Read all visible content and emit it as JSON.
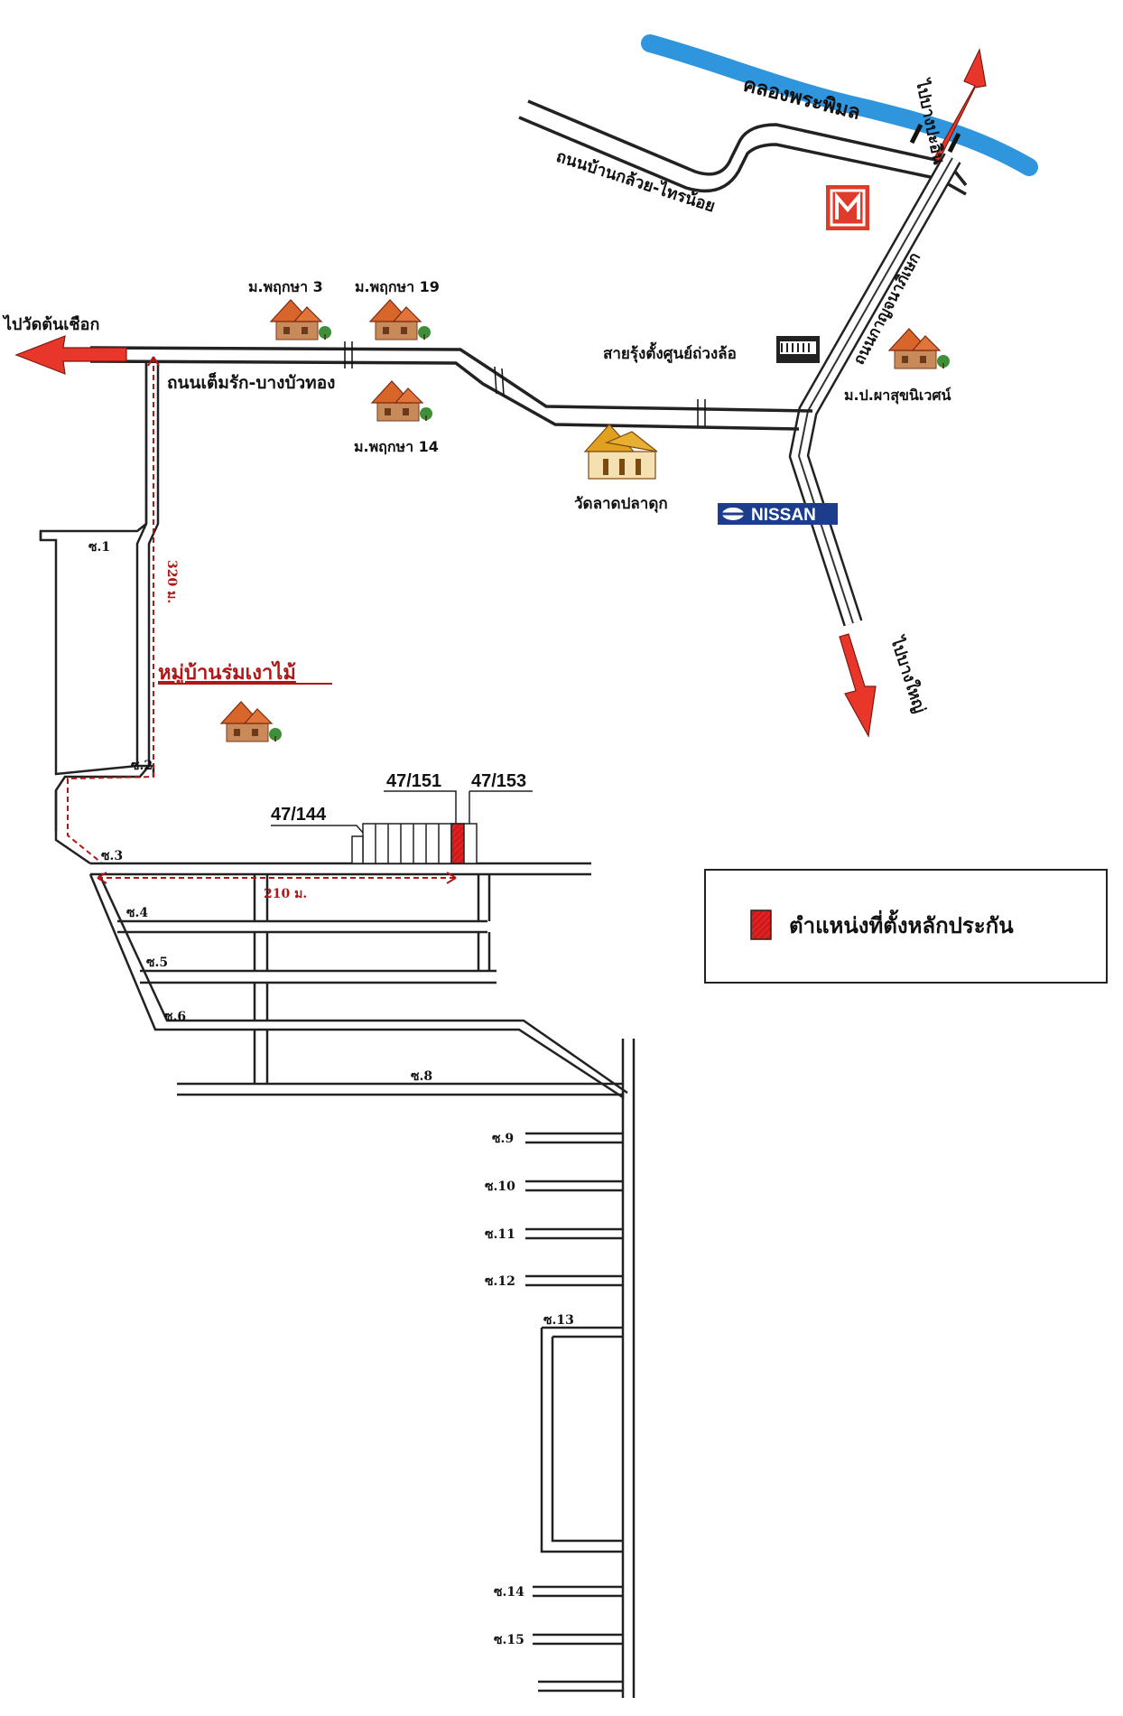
{
  "map": {
    "canal_name": "คลองพระพิมล",
    "roads": {
      "ban_kluai_sai_noi": "ถนนบ้านกล้วย-ไทรน้อย",
      "kanchanaphisek": "ถนนกาญจนาภิเษก",
      "tem_rak_bang_bua_thong": "ถนนเต็มรัก-บางบัวทอง"
    },
    "directions": {
      "to_bang_pa_in": "ไปบางปะอิน",
      "to_wat_ton_chueak": "ไปวัดต้นเชือก",
      "to_bang_yai": "ไปบางใหญ่"
    },
    "places": {
      "pruksa_3": "ม.พฤกษา 3",
      "pruksa_19": "ม.พฤกษา 19",
      "pruksa_14": "ม.พฤกษา 14",
      "bus_terminal": "สายรุ้งตั้งศูนย์ถ่วงล้อ",
      "pha_suk_niwet": "ม.ป.ผาสุขนิเวศน์",
      "wat_lat_pla_duk": "วัดลาดปลาดุก",
      "nissan": "NISSAN",
      "village_name": "หมู่บ้านร่มเงาไม้"
    },
    "distances": {
      "vertical": "320 ม.",
      "horizontal": "210 ม."
    },
    "plots": {
      "plot_144": "47/144",
      "plot_151": "47/151",
      "plot_153": "47/153"
    },
    "sois": [
      "ซ.1",
      "ซ.2",
      "ซ.3",
      "ซ.4",
      "ซ.5",
      "ซ.6",
      "ซ.8",
      "ซ.9",
      "ซ.10",
      "ซ.11",
      "ซ.12",
      "ซ.13",
      "ซ.14",
      "ซ.15"
    ],
    "legend": {
      "label": "ตำแหน่งที่ตั้งหลักประกัน",
      "swatch_color": "#e02020"
    },
    "colors": {
      "canal": "#2f95dd",
      "arrow_red": "#e8372a",
      "dashed_route": "#b01818",
      "house_roof": "#d8652a",
      "nissan_blue": "#1c3c8c"
    }
  }
}
